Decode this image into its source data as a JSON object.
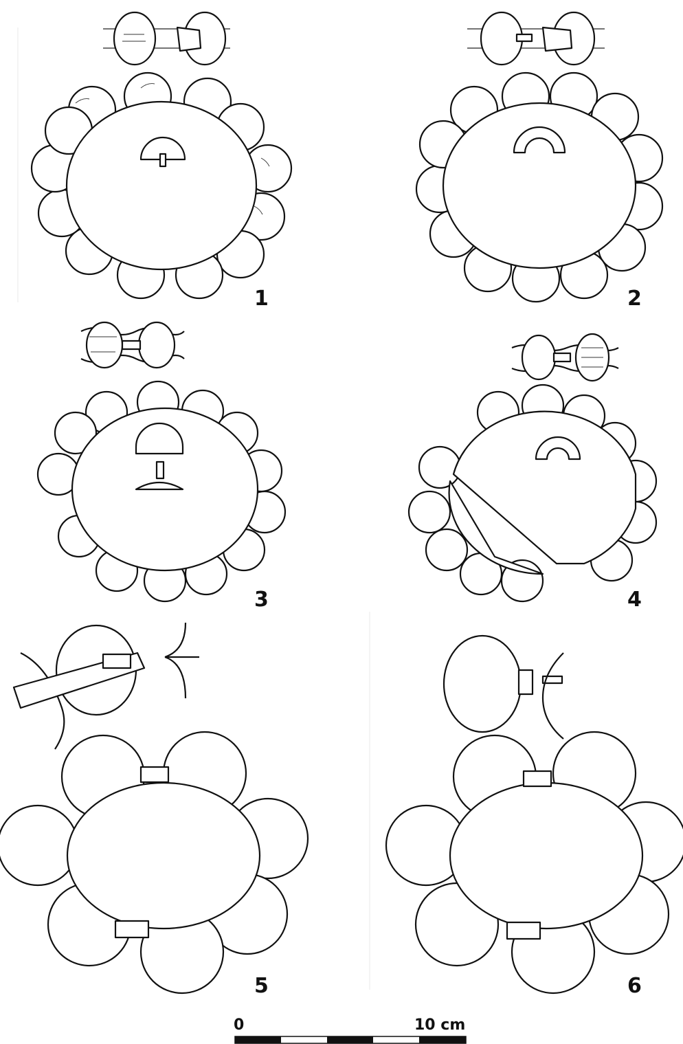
{
  "figures": [
    {
      "number": "1"
    },
    {
      "number": "2"
    },
    {
      "number": "3"
    },
    {
      "number": "4"
    },
    {
      "number": "5"
    },
    {
      "number": "6"
    }
  ],
  "scale_bar": {
    "label_start": "0",
    "label_end": "10 cm",
    "segments": 5
  },
  "colors": {
    "ink": "#111111",
    "paper": "#ffffff"
  }
}
